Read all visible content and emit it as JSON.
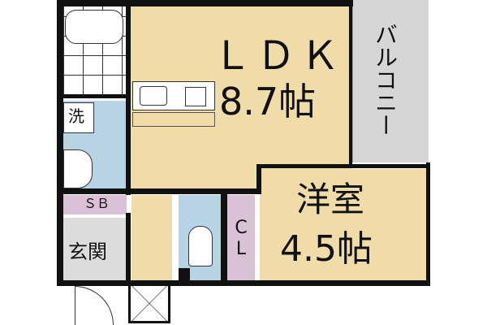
{
  "rooms": {
    "ldk": {
      "name": "ＬＤＫ",
      "size": "8.7帖"
    },
    "western": {
      "name": "洋室",
      "size": "4.5帖"
    },
    "balcony": {
      "name": "バルコニー"
    },
    "closet": {
      "name": "CL"
    },
    "shoe_box": {
      "name": "ＳＢ"
    },
    "washer": {
      "name": "洗"
    },
    "entrance": {
      "name": "玄関"
    }
  },
  "colors": {
    "floor": "#f0dca8",
    "wet_area": "#b7d3e4",
    "storage": "#d9c2d6",
    "entrance": "#dcdcdc",
    "balcony": "#d6d6d6",
    "wall": "#111111"
  }
}
